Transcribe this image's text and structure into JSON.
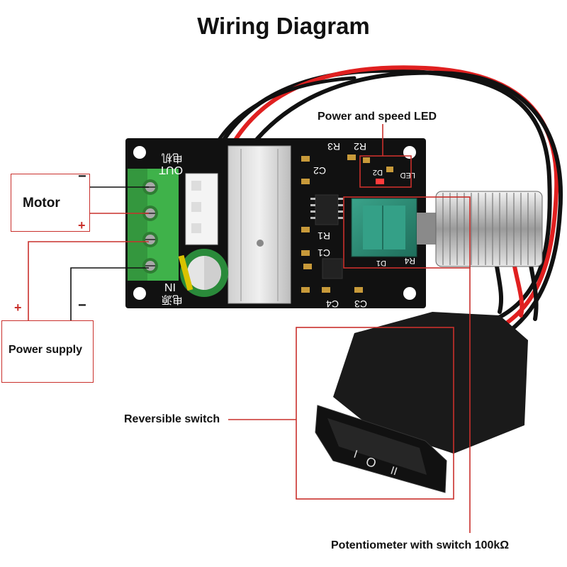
{
  "title": "Wiring Diagram",
  "labels": {
    "motor": "Motor",
    "power_supply": "Power supply",
    "led": "Power and speed LED",
    "switch": "Reversible switch",
    "pot": "Potentiometer with switch 100kΩ"
  },
  "polarity": {
    "motor_top": "−",
    "motor_bottom": "+",
    "ps_left": "+",
    "ps_right": "−"
  },
  "board_text": {
    "out": "OUT",
    "in": "IN",
    "motor_cn": "电机",
    "power_cn": "电源",
    "led": "LED",
    "r1": "R1",
    "r2": "R2",
    "r3": "R3",
    "r4": "R4",
    "c1": "C1",
    "c2": "C2",
    "c3": "C3",
    "c4": "C4",
    "d1": "D1",
    "d2": "D2"
  },
  "switch_marks": {
    "left": "I",
    "center": "O",
    "right": "II"
  },
  "colors": {
    "annotation": "#c9302c",
    "board": "#111111",
    "terminal": "#3fb24a",
    "wire_red": "#e02020",
    "wire_black": "#111111"
  }
}
